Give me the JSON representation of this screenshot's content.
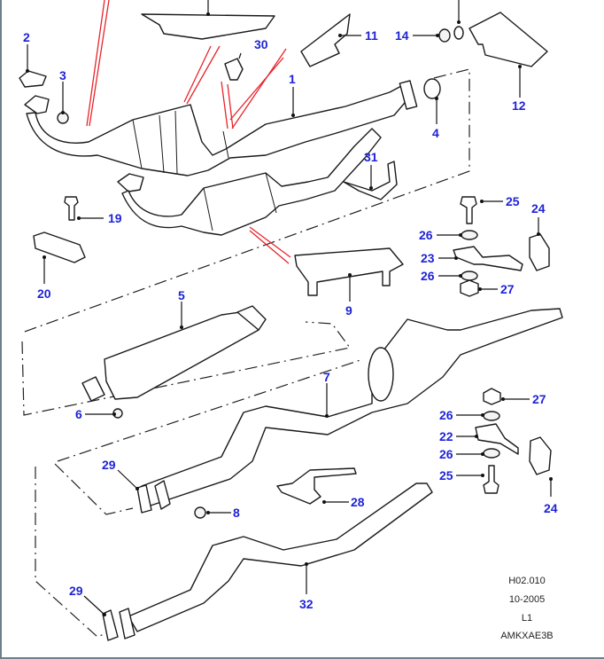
{
  "diagram": {
    "title": "Exhaust system exploded parts view",
    "callouts": [
      {
        "id": "c1",
        "label": "1"
      },
      {
        "id": "c2",
        "label": "2"
      },
      {
        "id": "c3",
        "label": "3"
      },
      {
        "id": "c4",
        "label": "4"
      },
      {
        "id": "c5",
        "label": "5"
      },
      {
        "id": "c6",
        "label": "6"
      },
      {
        "id": "c7",
        "label": "7"
      },
      {
        "id": "c8",
        "label": "8"
      },
      {
        "id": "c9",
        "label": "9"
      },
      {
        "id": "c11",
        "label": "11"
      },
      {
        "id": "c12",
        "label": "12"
      },
      {
        "id": "c14",
        "label": "14"
      },
      {
        "id": "c19",
        "label": "19"
      },
      {
        "id": "c20",
        "label": "20"
      },
      {
        "id": "c22",
        "label": "22"
      },
      {
        "id": "c23",
        "label": "23"
      },
      {
        "id": "c24a",
        "label": "24"
      },
      {
        "id": "c24b",
        "label": "24"
      },
      {
        "id": "c25a",
        "label": "25"
      },
      {
        "id": "c25b",
        "label": "25"
      },
      {
        "id": "c26a",
        "label": "26"
      },
      {
        "id": "c26b",
        "label": "26"
      },
      {
        "id": "c26c",
        "label": "26"
      },
      {
        "id": "c26d",
        "label": "26"
      },
      {
        "id": "c27a",
        "label": "27"
      },
      {
        "id": "c27b",
        "label": "27"
      },
      {
        "id": "c28",
        "label": "28"
      },
      {
        "id": "c29a",
        "label": "29"
      },
      {
        "id": "c29b",
        "label": "29"
      },
      {
        "id": "c30",
        "label": "30"
      },
      {
        "id": "c31",
        "label": "31"
      },
      {
        "id": "c32",
        "label": "32"
      }
    ],
    "colors": {
      "callout": "#1f23d6",
      "line": "#1a1a1a",
      "heat_shield_link": "#e8242a",
      "frame": "#6e7f8c"
    }
  },
  "meta": {
    "ref": "H02.010",
    "date": "10-2005",
    "level": "L1",
    "code": "AMKXAE3B"
  }
}
